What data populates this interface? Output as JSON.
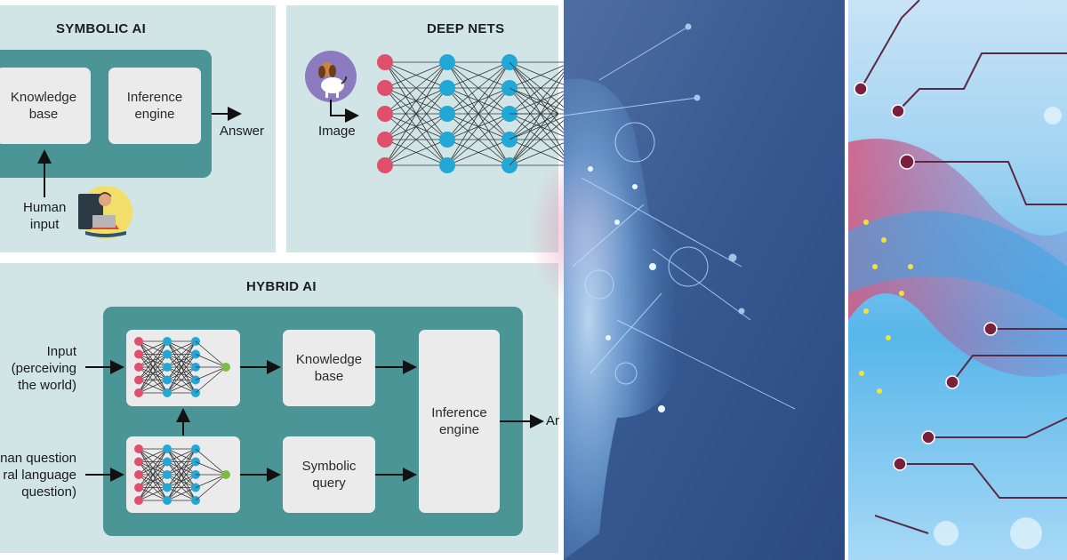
{
  "colors": {
    "panel": "#d2e5e6",
    "teal": "#4b9597",
    "box": "#ebebeb",
    "node_red": "#e04f6b",
    "node_blue": "#22a8d6",
    "node_green": "#7dbb42"
  },
  "symbolic": {
    "title": "SYMBOLIC AI",
    "knowledge_base": "Knowledge\nbase",
    "inference_engine": "Inference\nengine",
    "answer": "Answer",
    "human_input": "Human\ninput"
  },
  "deep": {
    "title": "DEEP NETS",
    "image_label": "Image",
    "columns": [
      {
        "color": "red",
        "count": 5
      },
      {
        "color": "blue",
        "count": 5
      },
      {
        "color": "blue",
        "count": 5
      },
      {
        "color": "blue",
        "count": 5
      }
    ]
  },
  "hybrid": {
    "title": "HYBRID AI",
    "input_label": "Input\n(perceiving\nthe world)",
    "question_label": "nan question\nral language\nquestion)",
    "knowledge_base": "Knowledge\nbase",
    "symbolic_query": "Symbolic\nquery",
    "inference_engine": "Inference\nengine",
    "answer_partial": "Ar"
  }
}
